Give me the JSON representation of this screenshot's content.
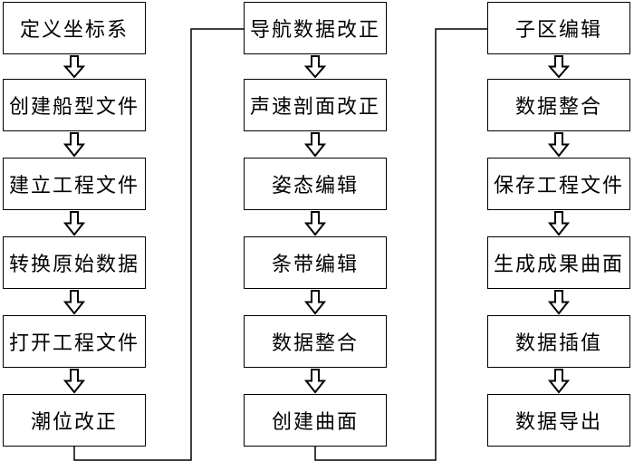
{
  "columns": [
    {
      "steps": [
        "定义坐标系",
        "创建船型文件",
        "建立工程文件",
        "转换原始数据",
        "打开工程文件",
        "潮位改正"
      ]
    },
    {
      "steps": [
        "导航数据改正",
        "声速剖面改正",
        "姿态编辑",
        "条带编辑",
        "数据整合",
        "创建曲面"
      ]
    },
    {
      "steps": [
        "子区编辑",
        "数据整合",
        "保存工程文件",
        "生成成果曲面",
        "数据插值",
        "数据导出"
      ]
    }
  ],
  "colors": {
    "line": "#000000",
    "box_border": "#000000",
    "background": "#ffffff"
  }
}
